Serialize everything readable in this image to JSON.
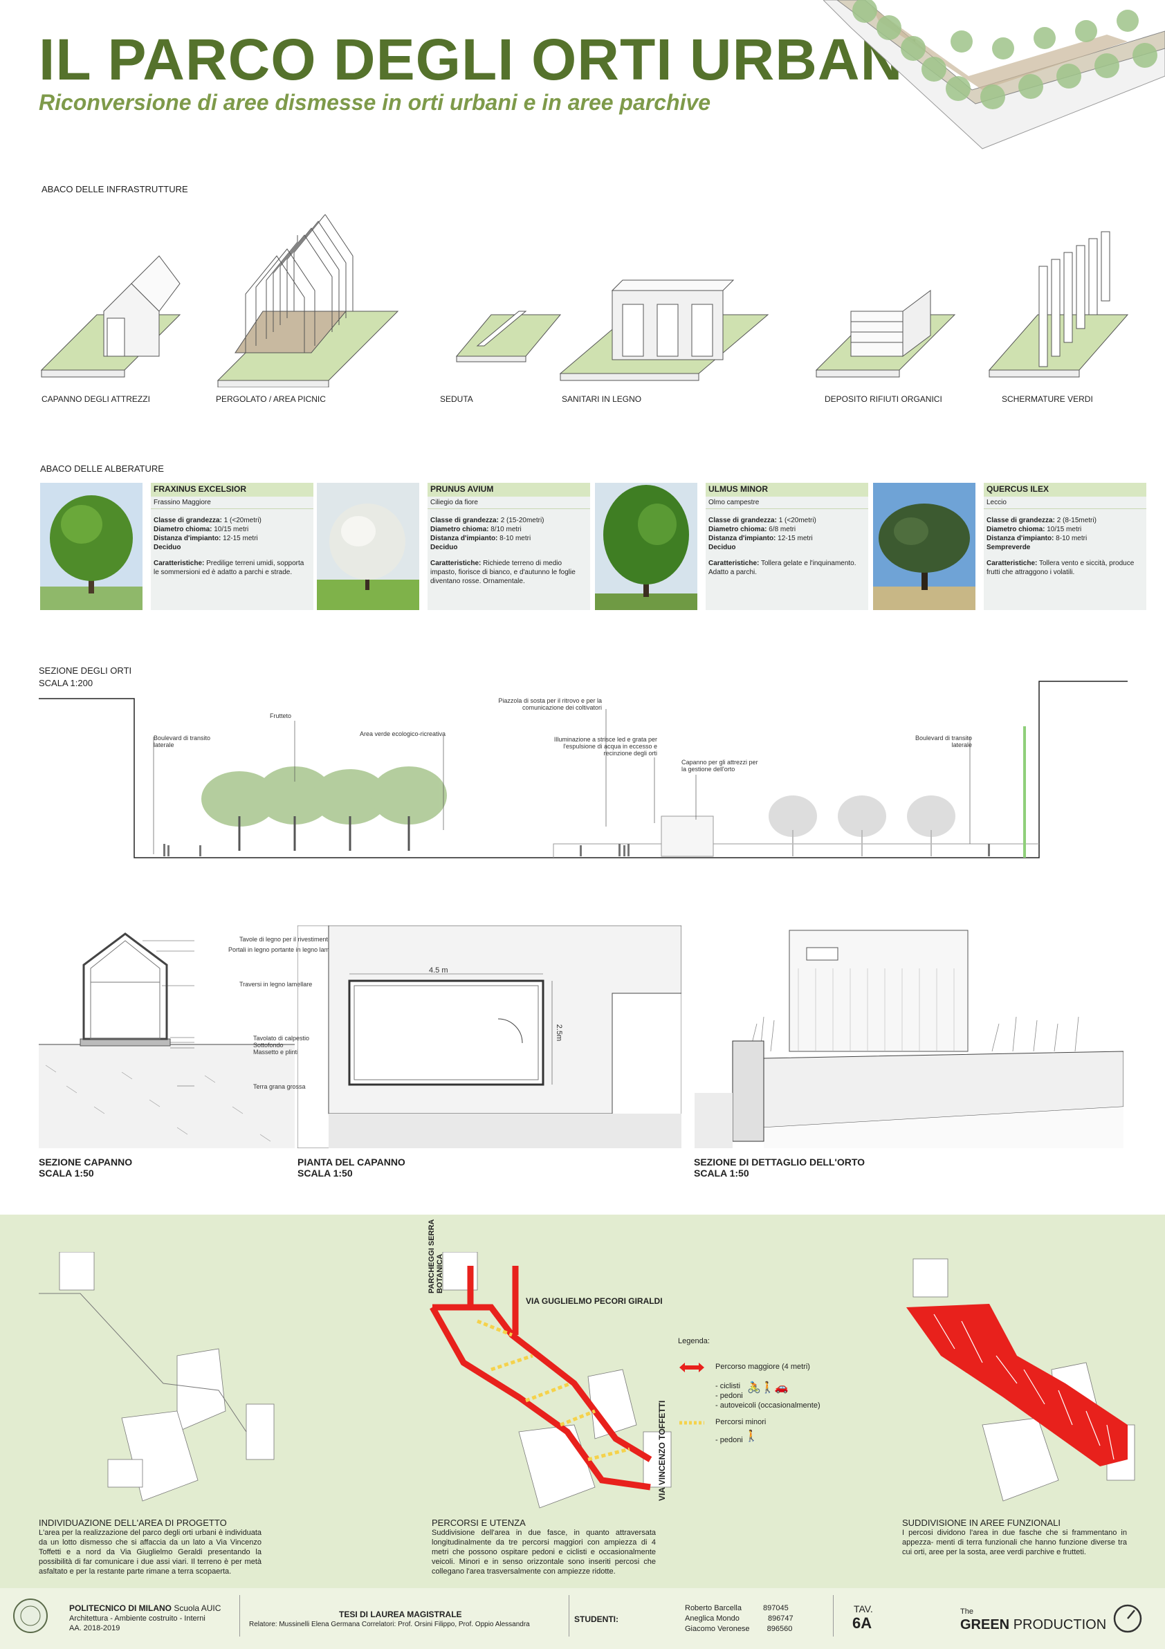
{
  "header": {
    "title": "IL PARCO DEGLI ORTI URBANI",
    "subtitle": "Riconversione di aree dismesse in orti urbani e in aree parchive"
  },
  "infrastructures": {
    "section_title": "ABACO DELLE INFRASTRUTTURE",
    "items": [
      {
        "label": "CAPANNO DEGLI ATTREZZI",
        "icon": "tool-shed-icon"
      },
      {
        "label": "PERGOLATO / AREA PICNIC",
        "icon": "pergola-icon"
      },
      {
        "label": "SEDUTA",
        "icon": "bench-icon"
      },
      {
        "label": "SANITARI IN LEGNO",
        "icon": "toilets-icon"
      },
      {
        "label": "DEPOSITO RIFIUTI ORGANICI",
        "icon": "compost-icon"
      },
      {
        "label": "SCHERMATURE VERDI",
        "icon": "green-screen-icon"
      }
    ]
  },
  "trees": {
    "section_title": "ABACO DELLE ALBERATURE",
    "items": [
      {
        "name": "FRAXINUS EXCELSIOR",
        "common": "Frassino Maggiore",
        "classe_label": "Classe di grandezza:",
        "classe": "1 (<20metri)",
        "diametro_label": "Diametro chioma:",
        "diametro": "10/15 metri",
        "distanza_label": "Distanza d'impianto:",
        "distanza": "12-15 metri",
        "tipo": "Deciduo",
        "car_label": "Caratteristiche:",
        "car": "Predilige terreni umidi, sopporta le sommersioni ed è adatto a parchi e strade."
      },
      {
        "name": "PRUNUS AVIUM",
        "common": "Ciliegio da fiore",
        "classe_label": "Classe di grandezza:",
        "classe": "2 (15-20metri)",
        "diametro_label": "Diametro chioma:",
        "diametro": "8/10 metri",
        "distanza_label": "Distanza d'impianto:",
        "distanza": "8-10 metri",
        "tipo": "Deciduo",
        "car_label": "Caratteristiche:",
        "car": "Richiede terreno di medio impasto, fiorisce di bianco, e d'autunno le foglie diventano rosse. Ornamentale."
      },
      {
        "name": "ULMUS MINOR",
        "common": "Olmo campestre",
        "classe_label": "Classe di grandezza:",
        "classe": "1 (<20metri)",
        "diametro_label": "Diametro chioma:",
        "diametro": "6/8 metri",
        "distanza_label": "Distanza d'impianto:",
        "distanza": "12-15 metri",
        "tipo": "Deciduo",
        "car_label": "Caratteristiche:",
        "car": "Tollera gelate e l'inquinamento. Adatto a parchi."
      },
      {
        "name": "QUERCUS ILEX",
        "common": "Leccio",
        "classe_label": "Classe di grandezza:",
        "classe": "2 (8-15metri)",
        "diametro_label": "Diametro chioma:",
        "diametro": "10/15 metri",
        "distanza_label": "Distanza d'impianto:",
        "distanza": "8-10 metri",
        "tipo": "Sempreverde",
        "car_label": "Caratteristiche:",
        "car": "Tollera vento e siccità, produce frutti che attraggono i volatili."
      }
    ]
  },
  "section_orti": {
    "title": "SEZIONE DEGLI ORTI",
    "scale": "SCALA 1:200",
    "annotations": {
      "boulevard_left": "Boulevard di transito laterale",
      "frutteto": "Frutteto",
      "area_verde": "Area verde ecologico-ricreativa",
      "piazzola": "Piazzola di sosta per il ritrovo e per la comunicazione dei coltivatori",
      "illuminazione": "Illuminazione a strisce led e grata per l'espulsione di acqua in eccesso e recinzione degli orti",
      "capanno": "Capanno per gli attrezzi per la gestione dell'orto",
      "boulevard_right": "Boulevard di transito laterale"
    }
  },
  "details": {
    "sezione_capanno": {
      "title": "SEZIONE CAPANNO",
      "scale": "SCALA 1:50"
    },
    "pianta_capanno": {
      "title": "PIANTA DEL CAPANNO",
      "scale": "SCALA 1:50",
      "dim_w": "4.5 m",
      "dim_h": "2.5m"
    },
    "sezione_orto": {
      "title": "SEZIONE DI DETTAGLIO DELL'ORTO",
      "scale": "SCALA 1:50"
    },
    "capanno_annotations": [
      "Tavole di legno per il rivestimento",
      "Portali in legno portante in legno lamellare",
      "Traversi in legno lamellare",
      "Tavolato di calpestio",
      "Sottofondo",
      "Massetto e plinti",
      "Terra grana grossa"
    ]
  },
  "maps": {
    "street_parcheggi": "PARCHEGGI SERRA BOTANICA",
    "street_giraldi": "VIA GUGLIELMO PECORI GIRALDI",
    "street_toffetti": "VIA VINCENZO TOFFETTI",
    "legend": {
      "title": "Legenda:",
      "major": "Percorso maggiore (4 metri)",
      "major_items": [
        "- ciclisti",
        "- pedoni",
        "- autoveicoli (occasionalmente)"
      ],
      "minor": "Percorsi minori",
      "minor_items": [
        "- pedoni"
      ]
    },
    "captions": [
      {
        "title": "INDIVIDUAZIONE DELL'AREA DI PROGETTO",
        "body": "L'area per la realizzazione del parco degli orti urbani è individuata da un lotto dismesso che si affaccia da un lato a Via Vincenzo Toffetti e a nord da Via Giuglielmo Geraldi presentando la possibilità di far comunicare i due assi viari. Il terreno è per metà asfaltato e per la restante parte rimane a terra scopaerta."
      },
      {
        "title": "PERCORSI E UTENZA",
        "body": "Suddivisione dell'area in due fasce, in quanto attraversata longitudinalmente da tre percorsi maggiori con ampiezza di 4 metri che possono ospitare pedoni e ciclisti e occasionalmente veicoli. Minori e in senso orizzontale sono inseriti percosi che collegano l'area trasversalmente con ampiezze ridotte."
      },
      {
        "title": "SUDDIVISIONE IN AREE FUNZIONALI",
        "body": "I percosi dividono l'area in due fasche che si frammentano in appezza- menti di terra funzionali che hanno funzione diverse tra cui orti, aree per la sosta, aree verdi parchive e frutteti."
      }
    ],
    "colors": {
      "route": "#e8211c",
      "minor": "#f5d24b",
      "band": "#e2ecd0"
    }
  },
  "footer": {
    "university": "POLITECNICO DI MILANO",
    "school": "Scuola AUIC",
    "course": "Architettura - Ambiente costruito - Interni",
    "year": "AA. 2018-2019",
    "thesis_title": "TESI DI LAUREA MAGISTRALE",
    "relatore": "Relatore: Mussinelli Elena Germana Correlatori: Prof. Orsini Filippo, Prof. Oppio Alessandra",
    "students_label": "STUDENTI:",
    "students": [
      {
        "name": "Roberto Barcella",
        "id": "897045"
      },
      {
        "name": "Aneglica Mondo",
        "id": "896747"
      },
      {
        "name": "Giacomo Veronese",
        "id": "896560"
      }
    ],
    "tav_label": "TAV.",
    "tav_number": "6A",
    "brand_the": "The",
    "brand_green": "GREEN",
    "brand_production": "PRODUCTION"
  }
}
